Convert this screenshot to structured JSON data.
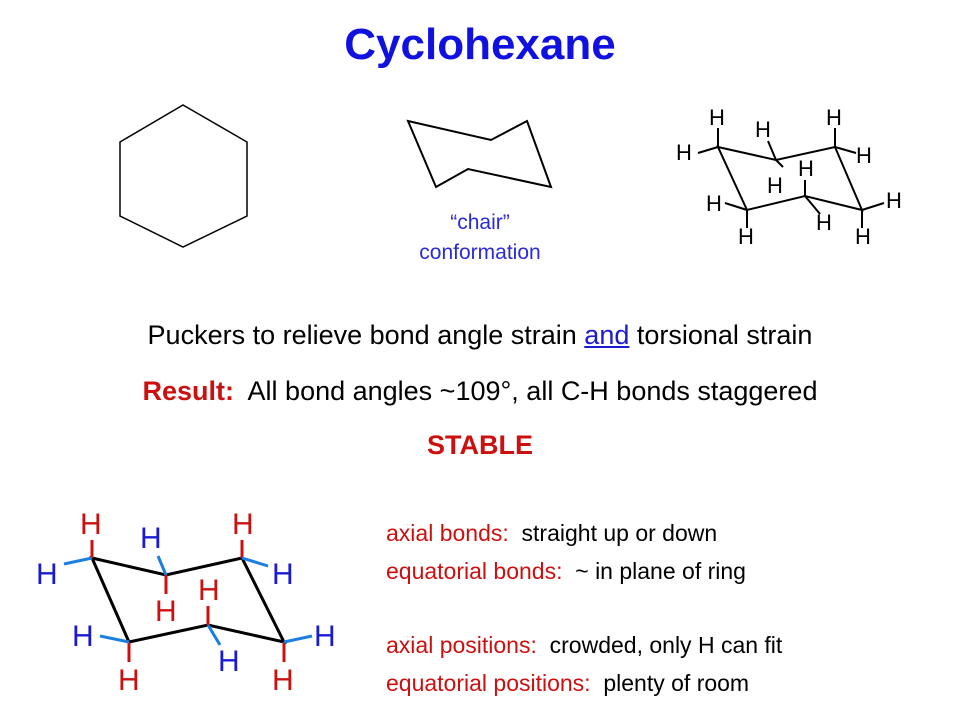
{
  "title": "Cyclohexane",
  "chair_caption": [
    "“chair”",
    "conformation"
  ],
  "line1": {
    "before": "Puckers to relieve bond angle strain ",
    "underlined": "and",
    "after": " torsional strain"
  },
  "line2": {
    "label": "Result:",
    "text": "  All bond angles ~109°, all C-H bonds staggered"
  },
  "stable": "STABLE",
  "notes": [
    {
      "label": "axial bonds:",
      "text": "  straight up or down"
    },
    {
      "label": "equatorial bonds:",
      "text": "  ~ in plane of ring"
    },
    {
      "label": "axial positions:",
      "text": "  crowded, only H can fit"
    },
    {
      "label": "equatorial positions:",
      "text": "  plenty of room"
    }
  ],
  "atom_label": "H",
  "colors": {
    "title": "#1010e0",
    "accent_red": "#cc1010",
    "axial_bond": "#cc1010",
    "equatorial_bond": "#1a7fe0"
  }
}
